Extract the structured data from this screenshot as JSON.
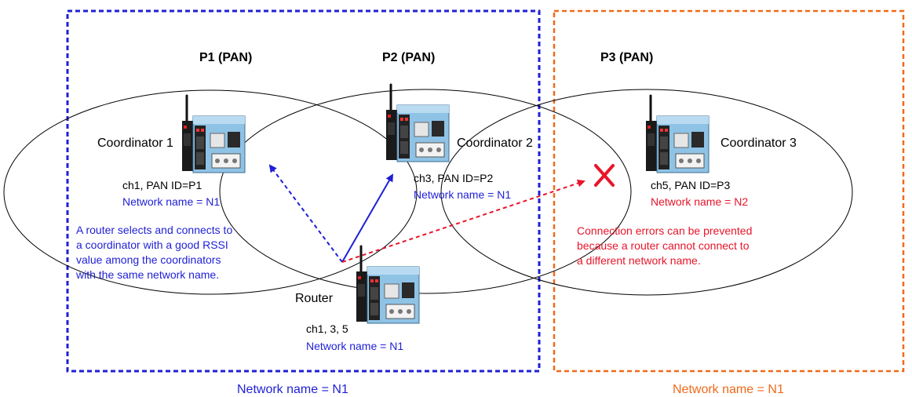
{
  "colors": {
    "blue": "#1f1fd6",
    "red": "#e8152a",
    "orange": "#ef6a1a",
    "device_body": "#8fc3e6",
    "device_dark": "#1a1a1a"
  },
  "pans": [
    {
      "title": "P1 (PAN)"
    },
    {
      "title": "P2 (PAN)"
    },
    {
      "title": "P3 (PAN)"
    }
  ],
  "coordinators": [
    {
      "name": "Coordinator 1",
      "channel": "ch1, PAN ID=P1",
      "network": "Network name = N1"
    },
    {
      "name": "Coordinator 2",
      "channel": "ch3, PAN ID=P2",
      "network": "Network name = N1"
    },
    {
      "name": "Coordinator 3",
      "channel": "ch5, PAN ID=P3",
      "network": "Network name = N2"
    }
  ],
  "router": {
    "name": "Router",
    "channel": "ch1, 3, 5",
    "network": "Network name = N1"
  },
  "notes": {
    "router_selects": [
      "A router selects and connects to",
      "a coordinator with a good RSSI",
      "value among the coordinators",
      "with the same network name."
    ],
    "errors_prevented": [
      "Connection errors can be prevented",
      "because a router cannot connect to",
      "a different network name."
    ]
  },
  "groups": {
    "left_network": "Network name = N1",
    "right_network": "Network name = N1"
  },
  "icons": {
    "device": "controller-device-icon",
    "error": "red-x-icon"
  }
}
